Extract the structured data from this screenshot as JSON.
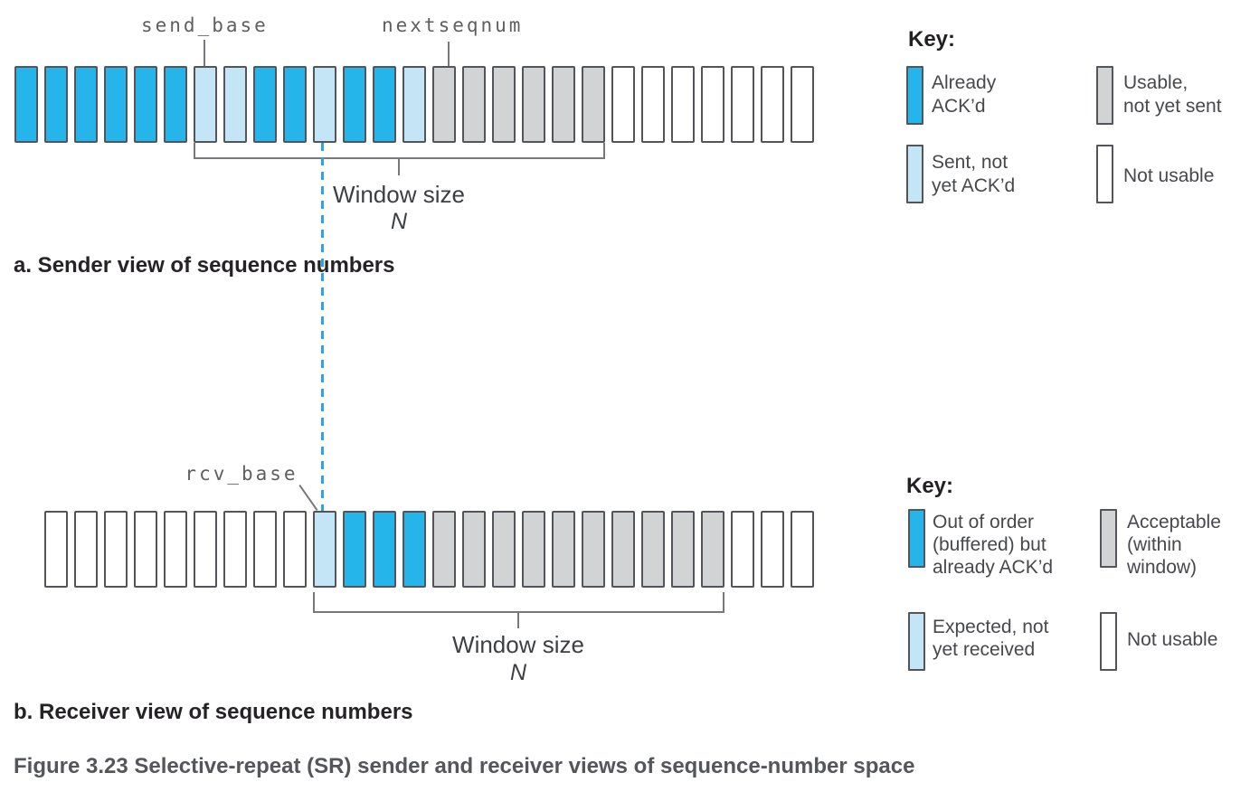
{
  "palette": {
    "already_ackd": "#25B5EA",
    "sent_not_ackd": "#C3E5F6",
    "usable_not_sent": "#D1D3D4",
    "not_usable": "#FFFFFF",
    "buffered_ackd": "#25B5EA",
    "expected_not_received": "#C3E5F6",
    "acceptable": "#D1D3D4",
    "dashed_line": "#2BA5DB",
    "bar_border": "#54555A",
    "line_gray": "#77787B"
  },
  "sender": {
    "pointer_labels": {
      "send_base": "send_base",
      "nextseqnum": "nextseqnum"
    },
    "bars": [
      "already_ackd",
      "already_ackd",
      "already_ackd",
      "already_ackd",
      "already_ackd",
      "already_ackd",
      "sent_not_ackd",
      "sent_not_ackd",
      "already_ackd",
      "already_ackd",
      "sent_not_ackd",
      "already_ackd",
      "already_ackd",
      "sent_not_ackd",
      "usable_not_sent",
      "usable_not_sent",
      "usable_not_sent",
      "usable_not_sent",
      "usable_not_sent",
      "usable_not_sent",
      "not_usable",
      "not_usable",
      "not_usable",
      "not_usable",
      "not_usable",
      "not_usable",
      "not_usable"
    ],
    "window": {
      "label": "Window size",
      "n": "N"
    },
    "caption": "a. Sender view of sequence numbers",
    "key": {
      "title": "Key:",
      "items": [
        {
          "state": "already_ackd",
          "label": "Already\nACK’d"
        },
        {
          "state": "usable_not_sent",
          "label": "Usable,\nnot yet sent"
        },
        {
          "state": "sent_not_ackd",
          "label": "Sent, not\nyet ACK’d"
        },
        {
          "state": "not_usable",
          "label": "Not usable"
        }
      ]
    }
  },
  "receiver": {
    "pointer_labels": {
      "rcv_base": "rcv_base"
    },
    "bars": [
      "not_usable",
      "not_usable",
      "not_usable",
      "not_usable",
      "not_usable",
      "not_usable",
      "not_usable",
      "not_usable",
      "not_usable",
      "expected_not_received",
      "buffered_ackd",
      "buffered_ackd",
      "buffered_ackd",
      "acceptable",
      "acceptable",
      "acceptable",
      "acceptable",
      "acceptable",
      "acceptable",
      "acceptable",
      "acceptable",
      "acceptable",
      "acceptable",
      "not_usable",
      "not_usable",
      "not_usable"
    ],
    "window": {
      "label": "Window size",
      "n": "N"
    },
    "caption": "b. Receiver view of sequence numbers",
    "key": {
      "title": "Key:",
      "items": [
        {
          "state": "buffered_ackd",
          "label": "Out of order\n(buffered) but\nalready ACK’d"
        },
        {
          "state": "acceptable",
          "label": "Acceptable\n(within\nwindow)"
        },
        {
          "state": "expected_not_received",
          "label": "Expected, not\nyet received"
        },
        {
          "state": "not_usable",
          "label": "Not usable"
        }
      ]
    }
  },
  "figure_caption": "Figure 3.23 Selective-repeat (SR) sender and receiver views of sequence-number space"
}
